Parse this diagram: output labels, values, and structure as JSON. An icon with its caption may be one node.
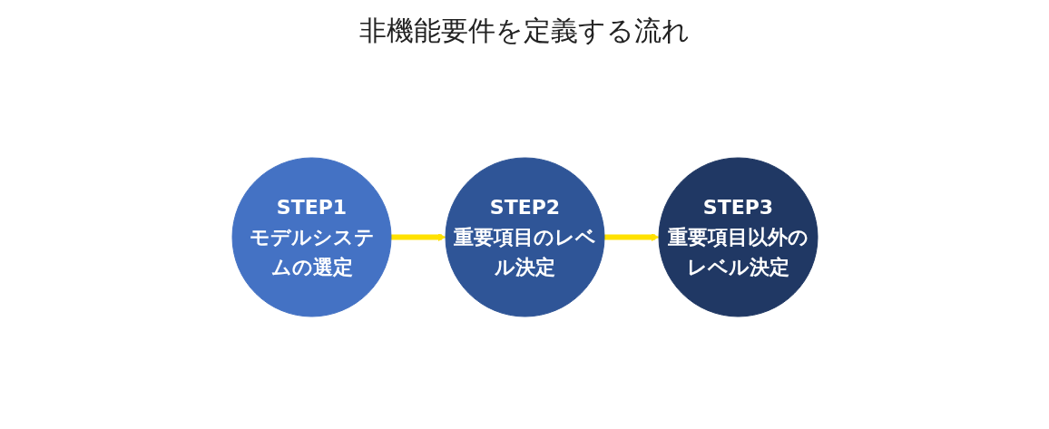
{
  "diagram": {
    "title": "非機能要件を定義する流れ",
    "nodes": [
      {
        "text": [
          "STEP1",
          "モデルシステムの選定"
        ]
      },
      {
        "text": [
          "STEP2",
          "重要項目のレベル決定"
        ]
      },
      {
        "text": [
          "STEP3",
          "重要項目以外のレベル決定"
        ]
      }
    ],
    "edges": [
      {
        "from": 0,
        "to": 1,
        "arrow": "to"
      },
      {
        "from": 1,
        "to": 2,
        "arrow": "to"
      }
    ]
  }
}
